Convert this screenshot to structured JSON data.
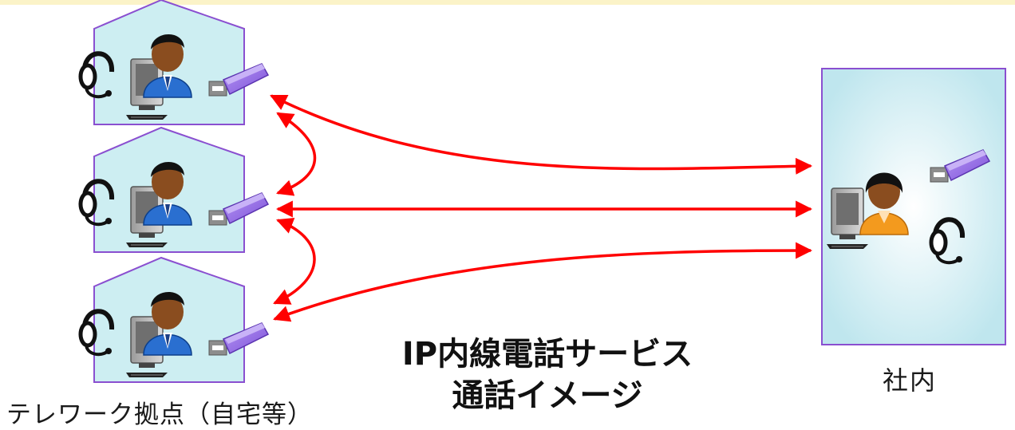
{
  "labels": {
    "remote_sites": "テレワーク拠点（自宅等）",
    "office": "社内"
  },
  "title": {
    "line1": "IP内線電話サービス",
    "line2": "通話イメージ"
  },
  "colors": {
    "arrow": "#ff0000",
    "house_fill": "#cdeef2",
    "house_border": "#8a4fd0",
    "office_fill": "#cfeef4",
    "usb_stick": "#9a72e6",
    "remote_worker_shirt": "#2a6fd0",
    "office_worker_shirt": "#f39a1e"
  },
  "nodes": {
    "remote_sites": [
      "remote-site-1",
      "remote-site-2",
      "remote-site-3"
    ],
    "office": "office"
  },
  "connections": [
    [
      "remote-site-1",
      "office"
    ],
    [
      "remote-site-2",
      "office"
    ],
    [
      "remote-site-3",
      "office"
    ],
    [
      "remote-site-1",
      "remote-site-2"
    ],
    [
      "remote-site-2",
      "remote-site-3"
    ]
  ]
}
